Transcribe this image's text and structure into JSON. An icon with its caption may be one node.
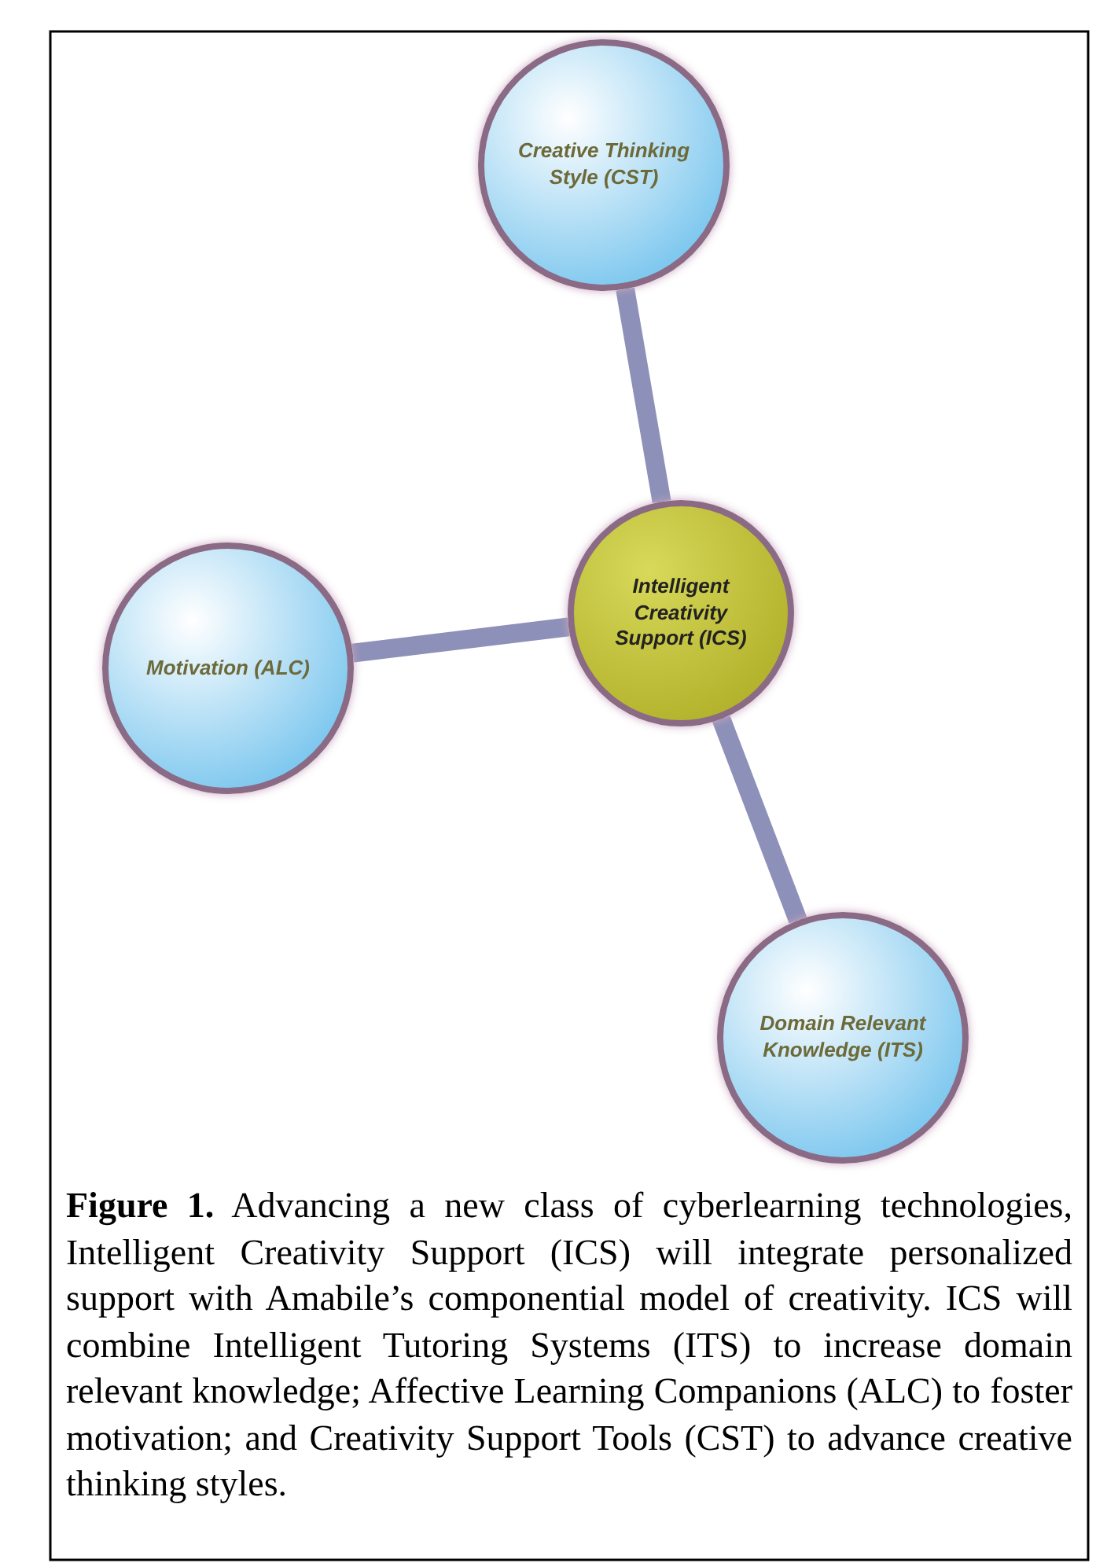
{
  "diagram": {
    "caption": "**Figure 1.** Advancing a new class of cyberlearning technologies, Intelligent Creativity Support (ICS) will integrate personalized support with Amabile’s componential model of creativity. ICS will combine Intelligent Tutoring Systems (ITS) to increase domain relevant knowledge; Affective Learning Companions (ALC) to foster motivation; and Creativity Support Tools (CST) to advance creative thinking styles.",
    "nodes": [
      {
        "text": [
          "Creative Thinking Style (CST)"
        ]
      },
      {
        "text": [
          "Intelligent Creativity Support (ICS)"
        ]
      },
      {
        "text": [
          "Motivation (ALC)"
        ]
      },
      {
        "text": [
          "Domain Relevant Knowledge (ITS)"
        ]
      }
    ],
    "edges": [
      {
        "from": 1,
        "to": 0,
        "arrow": "none"
      },
      {
        "from": 1,
        "to": 2,
        "arrow": "none"
      },
      {
        "from": 1,
        "to": 3,
        "arrow": "none"
      }
    ]
  }
}
